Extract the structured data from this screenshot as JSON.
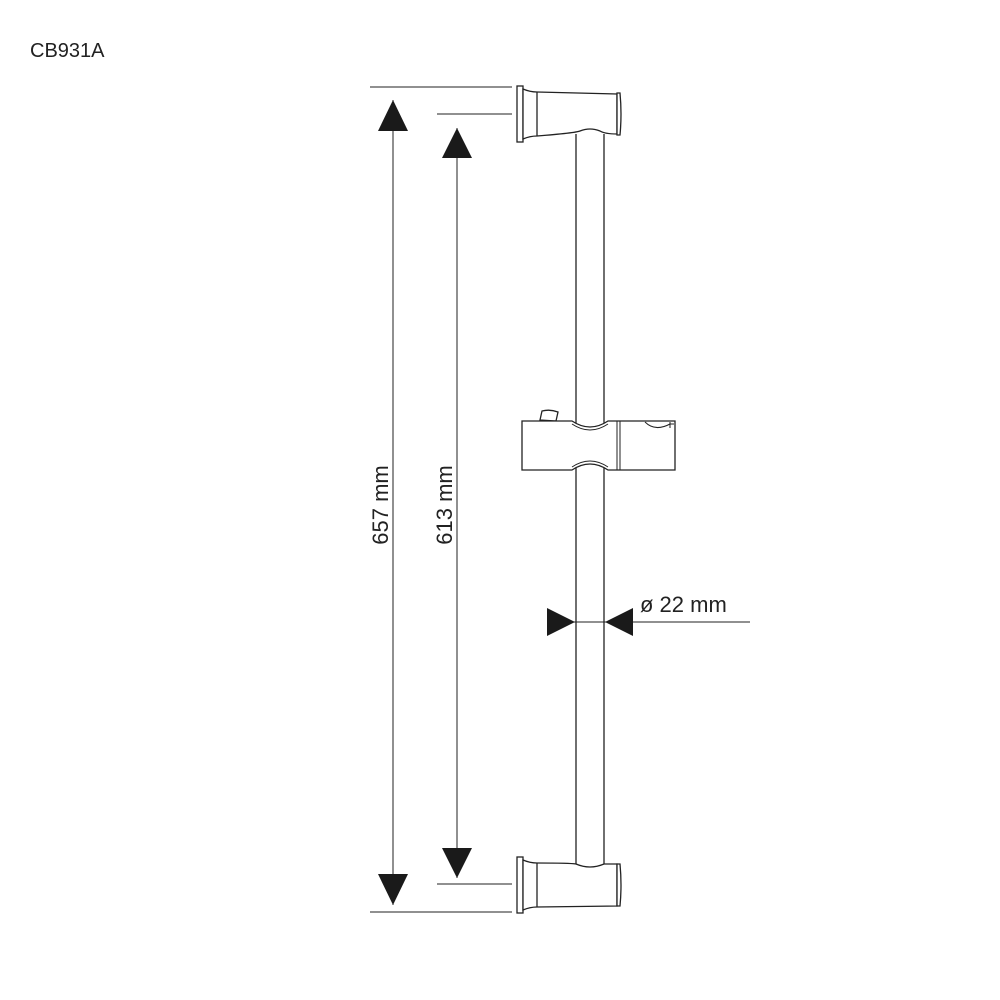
{
  "title": "CB931A",
  "dimensions": {
    "overall_length": "657 mm",
    "bracket_spacing": "613 mm",
    "rod_diameter": "ø 22 mm"
  },
  "colors": {
    "line": "#222222",
    "background": "#ffffff"
  }
}
